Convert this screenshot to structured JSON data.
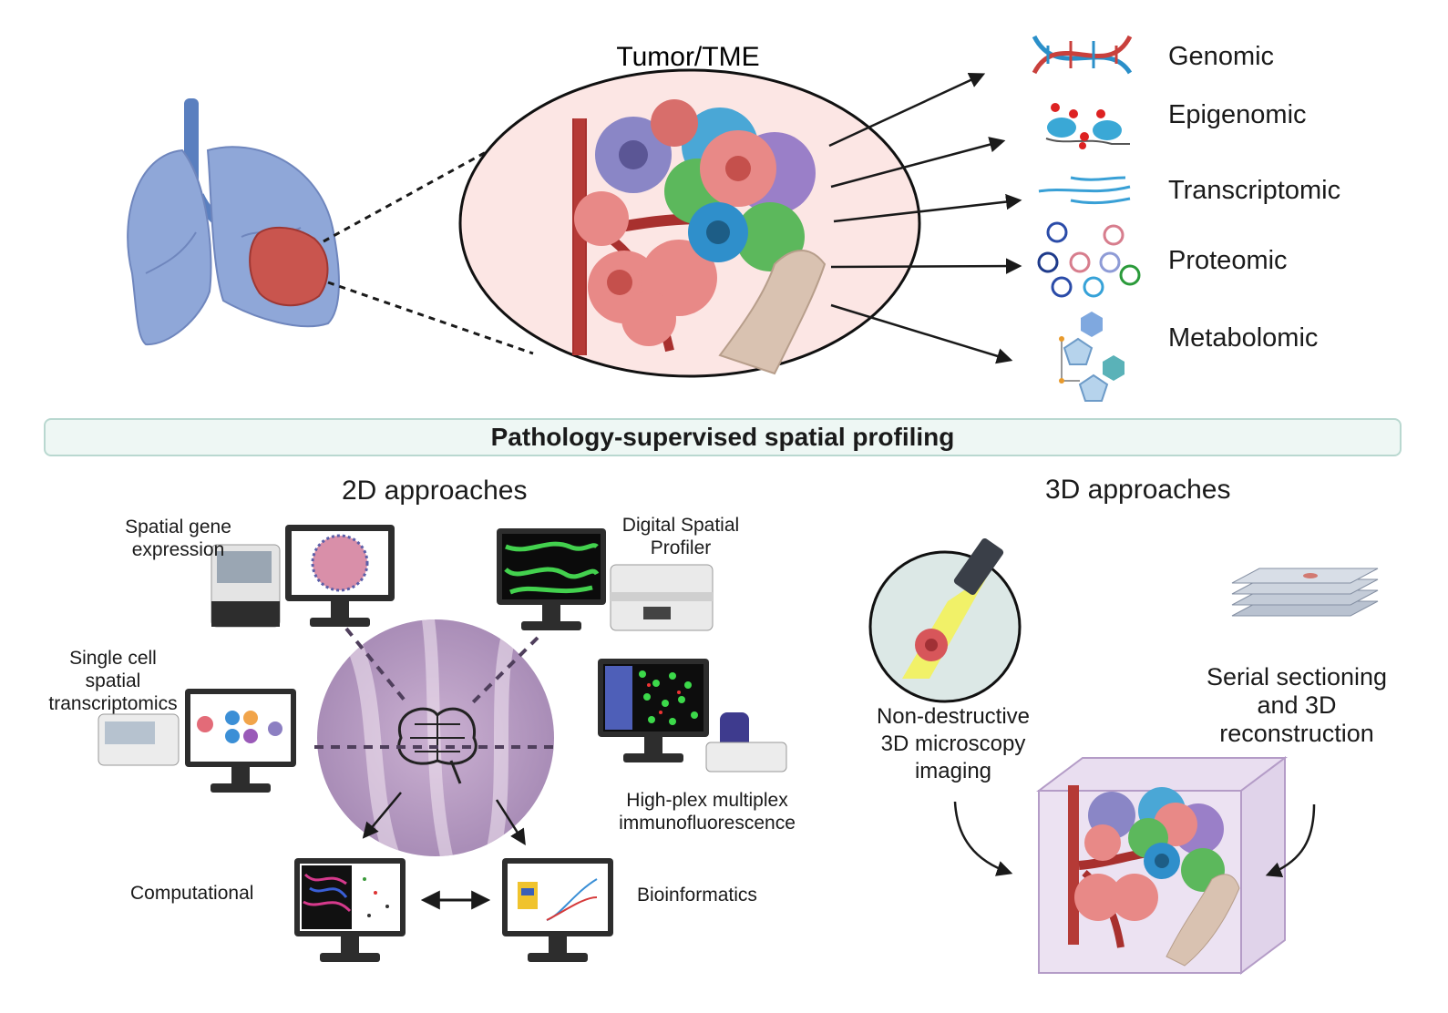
{
  "tme": {
    "title": "Tumor/TME"
  },
  "omics": [
    {
      "label": "Genomic",
      "icon": "dna-icon"
    },
    {
      "label": "Epigenomic",
      "icon": "nucleosome-icon"
    },
    {
      "label": "Transcriptomic",
      "icon": "rna-icon"
    },
    {
      "label": "Proteomic",
      "icon": "protein-icon"
    },
    {
      "label": "Metabolomic",
      "icon": "metabolite-icon"
    }
  ],
  "banner": {
    "label": "Pathology-supervised spatial profiling"
  },
  "approaches_2d": {
    "title": "2D approaches",
    "spatial_gene": [
      "Spatial gene",
      "expression"
    ],
    "dsp": [
      "Digital Spatial",
      "Profiler"
    ],
    "single_cell": [
      "Single cell",
      "spatial",
      "transcriptomics"
    ],
    "multiplex": [
      "High-plex multiplex",
      "immunofluorescence"
    ],
    "computational": "Computational",
    "bioinformatics": "Bioinformatics"
  },
  "approaches_3d": {
    "title": "3D approaches",
    "microscopy": [
      "Non-destructive",
      "3D microscopy",
      "imaging"
    ],
    "serial": [
      "Serial sectioning",
      "and 3D",
      "reconstruction"
    ]
  },
  "colors": {
    "lung": "#8fa7d8",
    "tumor": "#c9554e",
    "oval_fill": "#fce6e4",
    "vessel": "#a8302e",
    "banner_border": "#b9d8d0",
    "banner_fill": "#eef7f4"
  }
}
